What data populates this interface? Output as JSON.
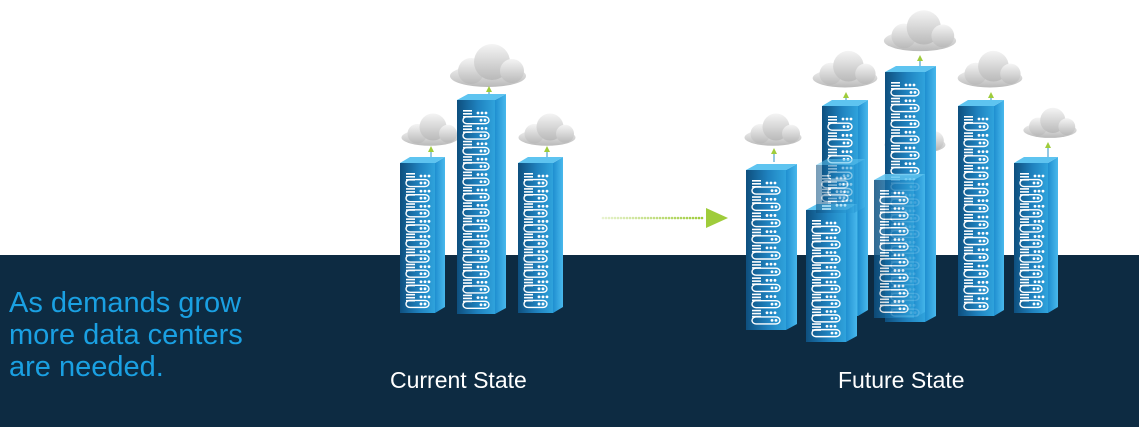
{
  "tagline": {
    "line1": "As demands grow",
    "line2": "more data centers",
    "line3": "are needed."
  },
  "captions": {
    "current": "Current State",
    "future": "Future State"
  },
  "colors": {
    "background": "#ffffff",
    "band": "#0d2b42",
    "tagline": "#1aa0e2",
    "caption": "#ffffff",
    "server": "#1f82bf",
    "arrow": "#9fcc3b"
  },
  "icons": {
    "server": "server-rack-icon",
    "cloud": "cloud-icon",
    "uplink": "uplink-arrow-icon",
    "migration": "migration-arrow-icon"
  }
}
